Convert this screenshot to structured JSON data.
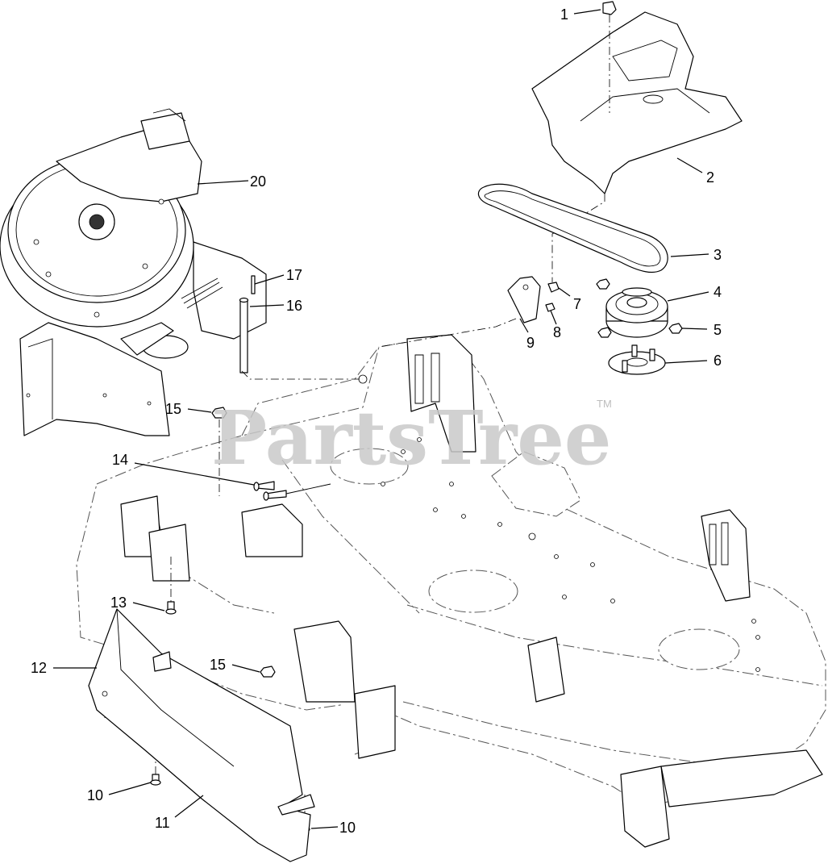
{
  "watermark": {
    "text": "PartsTree",
    "trademark": "TM"
  },
  "callouts": [
    {
      "id": "c1",
      "label": "1"
    },
    {
      "id": "c2",
      "label": "2"
    },
    {
      "id": "c3",
      "label": "3"
    },
    {
      "id": "c4",
      "label": "4"
    },
    {
      "id": "c5",
      "label": "5"
    },
    {
      "id": "c6",
      "label": "6"
    },
    {
      "id": "c7",
      "label": "7"
    },
    {
      "id": "c8",
      "label": "8"
    },
    {
      "id": "c9",
      "label": "9"
    },
    {
      "id": "c10a",
      "label": "10"
    },
    {
      "id": "c10b",
      "label": "10"
    },
    {
      "id": "c11",
      "label": "11"
    },
    {
      "id": "c12",
      "label": "12"
    },
    {
      "id": "c13",
      "label": "13"
    },
    {
      "id": "c14",
      "label": "14"
    },
    {
      "id": "c15a",
      "label": "15"
    },
    {
      "id": "c15b",
      "label": "15"
    },
    {
      "id": "c16",
      "label": "16"
    },
    {
      "id": "c17",
      "label": "17"
    },
    {
      "id": "c20",
      "label": "20"
    }
  ]
}
